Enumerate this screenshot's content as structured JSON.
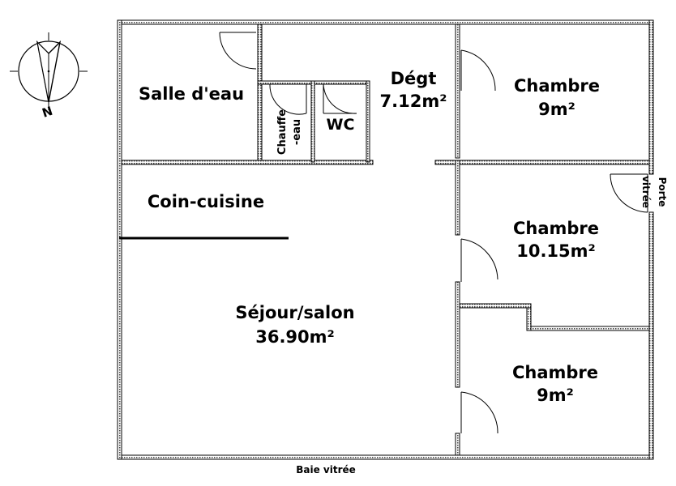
{
  "rooms": {
    "salle_deau": {
      "name": "Salle d'eau"
    },
    "chauffe_eau": {
      "line1": "Chauffe",
      "line2": "-eau"
    },
    "wc": {
      "name": "WC"
    },
    "degt": {
      "name": "Dégt",
      "area": "7.12m²"
    },
    "chambre_1": {
      "name": "Chambre",
      "area": "9m²"
    },
    "coin_cuisine": {
      "name": "Coin-cuisine"
    },
    "chambre_2": {
      "name": "Chambre",
      "area": "10.15m²"
    },
    "sejour": {
      "name": "Séjour/salon",
      "area": "36.90m²"
    },
    "chambre_3": {
      "name": "Chambre",
      "area": "9m²"
    }
  },
  "labels": {
    "porte_vitree_1": "Porte",
    "porte_vitree_2": "vitrée",
    "baie_vitree": "Baie vitrée"
  },
  "compass": {
    "north": "N"
  },
  "colors": {
    "wall": "#000000",
    "wall_fill": "#d8d8d8",
    "background": "#ffffff"
  }
}
